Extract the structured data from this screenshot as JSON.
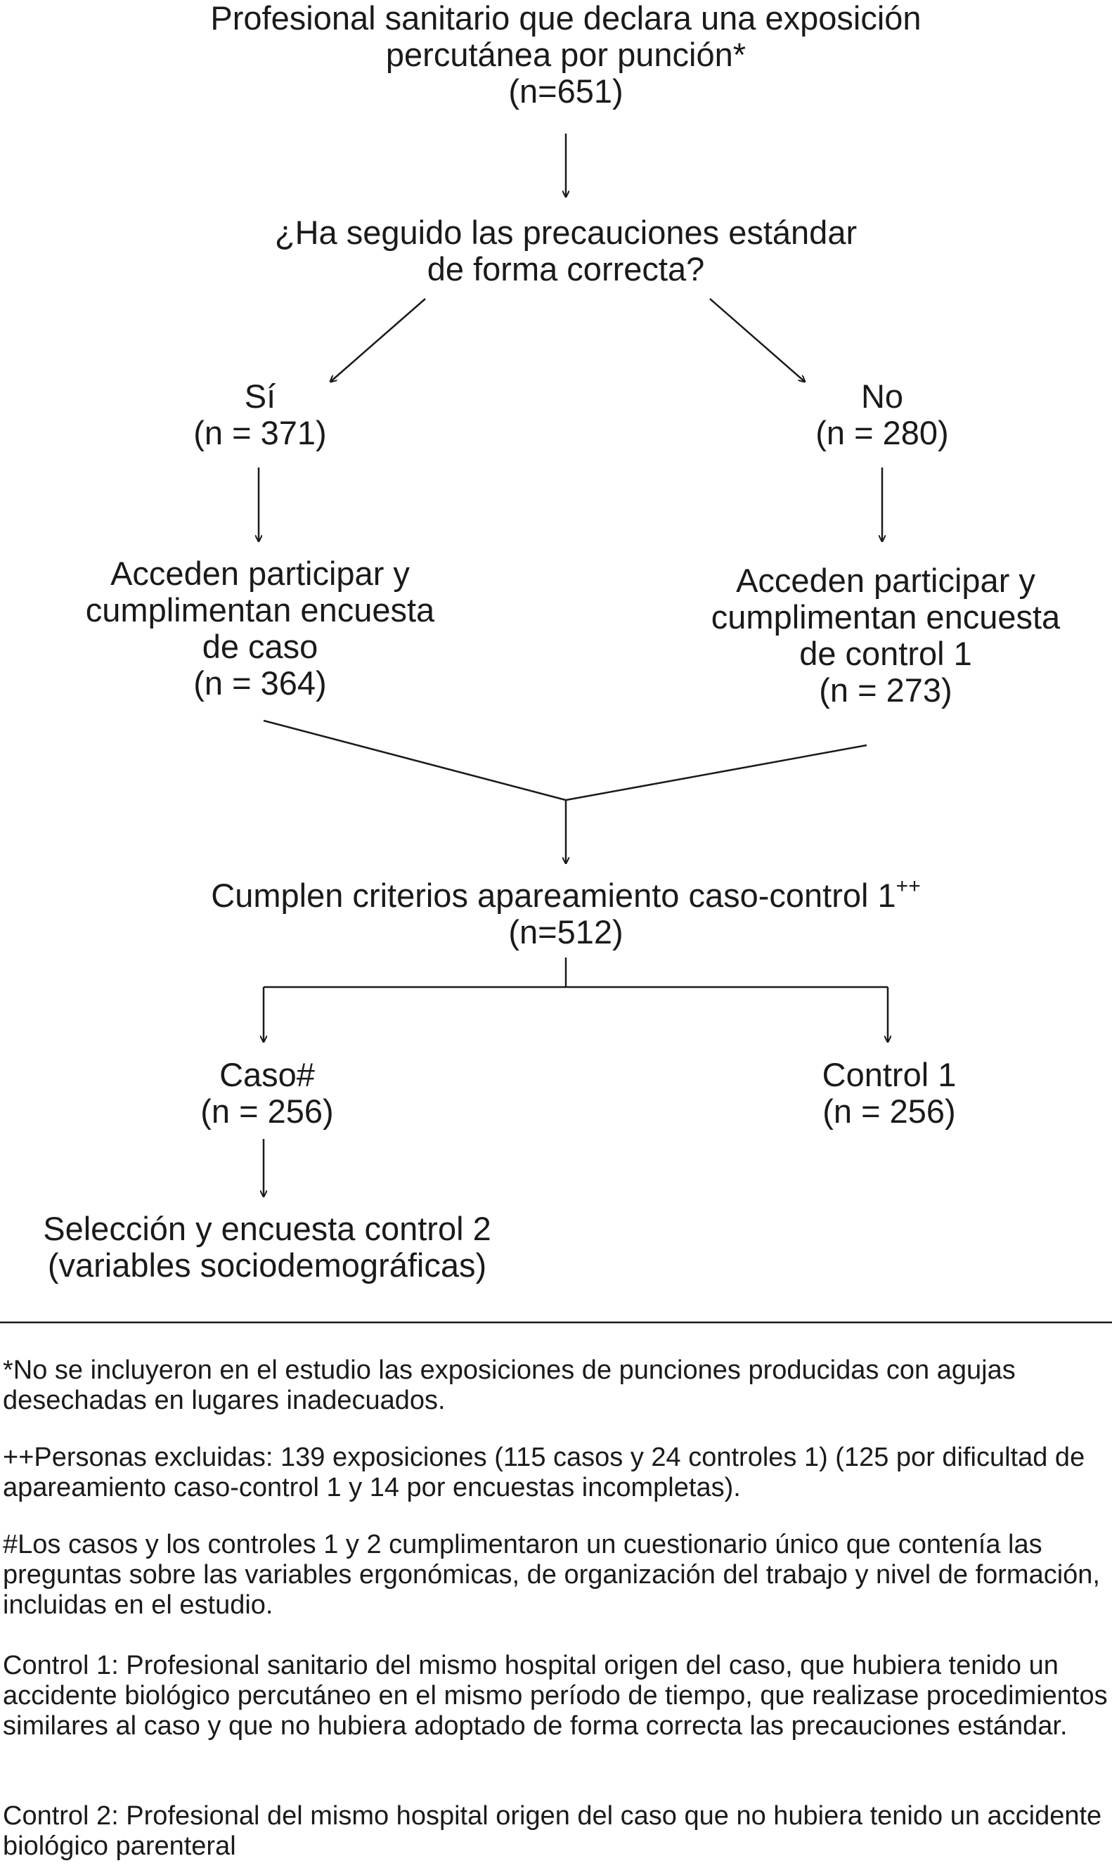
{
  "flowchart": {
    "start": {
      "line1": "Profesional sanitario que declara una exposición",
      "line2": "percutánea por punción*",
      "count": "(n=651)"
    },
    "question": {
      "line1": "¿Ha seguido las precauciones estándar",
      "line2": "de forma correcta?"
    },
    "yes_branch": {
      "label": "Sí",
      "count": "(n = 371)",
      "step_line1": "Acceden participar y",
      "step_line2": "cumplimentan encuesta",
      "step_line3": "de caso",
      "step_count": "(n = 364)"
    },
    "no_branch": {
      "label": "No",
      "count": "(n = 280)",
      "step_line1": "Acceden participar y",
      "step_line2": "cumplimentan encuesta",
      "step_line3": "de control 1",
      "step_count": "(n = 273)"
    },
    "matching": {
      "line1": "Cumplen criterios apareamiento caso-control 1",
      "superscript": "++",
      "count": "(n=512)"
    },
    "case": {
      "label": "Caso#",
      "count": "(n = 256)"
    },
    "control1": {
      "label": "Control 1",
      "count": "(n = 256)"
    },
    "control2": {
      "line1": "Selección y encuesta control 2",
      "line2": "(variables sociodemográficas)"
    }
  },
  "footnotes": [
    "*No se incluyeron en el estudio las exposiciones de punciones producidas con agujas desechadas en lugares inadecuados.",
    "++Personas excluidas: 139 exposiciones (115 casos y 24 controles 1) (125 por dificultad de apareamiento caso-control 1 y 14 por encuestas incompletas).",
    "#Los casos y los controles 1 y 2 cumplimentaron un cuestionario único que contenía las preguntas sobre las variables ergonómicas, de organización del trabajo y nivel de formación, incluidas en el estudio.",
    "Control 1: Profesional sanitario del mismo hospital origen del caso, que hubiera tenido un accidente biológico percutáneo en el mismo período de tiempo, que realizase procedimientos similares al caso y que no hubiera adoptado de forma correcta las precauciones estándar.",
    "Control 2: Profesional del mismo hospital origen del caso que no hubiera tenido un accidente biológico parenteral"
  ]
}
